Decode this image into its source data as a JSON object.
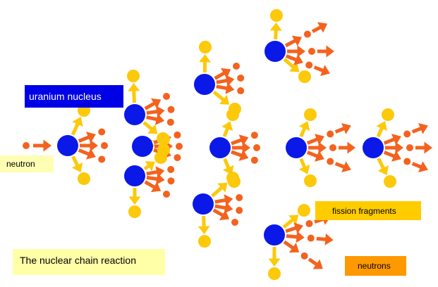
{
  "labels": {
    "uranium_nucleus": "uranium nucleus",
    "neutron": "neutron",
    "fission_fragments": "fission fragments",
    "neutrons": "neutrons",
    "title": "The nuclear chain reaction"
  },
  "colors": {
    "nucleus_fill": "#0a19e8",
    "fragment_fill": "#fcc90b",
    "neutron_fill": "#f4621e",
    "arrow_fill": "#f4621e",
    "fragment_arrow_fill": "#fcc90b",
    "uranium_label_bg": "#0000e6",
    "uranium_label_text": "#ffffff",
    "neutron_label_bg": "#ffffb4",
    "fragments_label_bg": "#ffcc00",
    "neutrons_label_bg": "#ff9900",
    "title_label_bg": "#ffffa8",
    "label_text": "#000000"
  }
}
